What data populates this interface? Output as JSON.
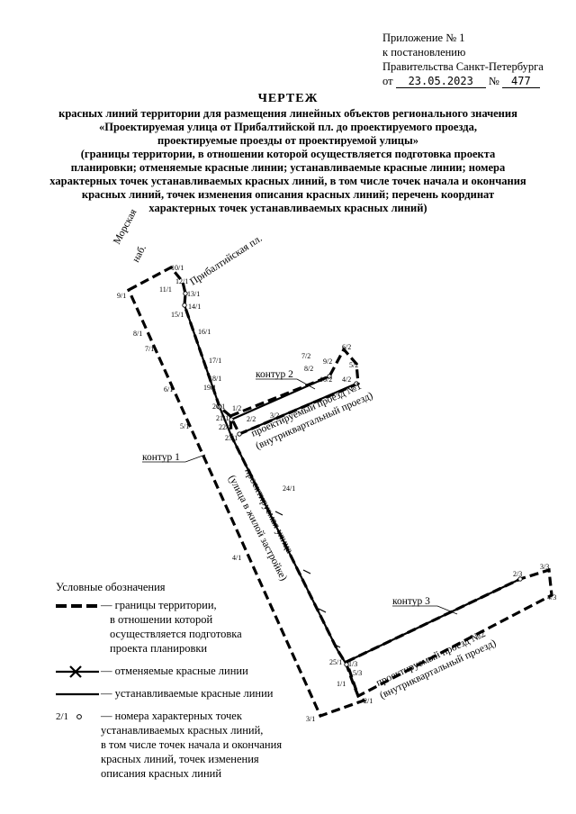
{
  "appendix": {
    "line1": "Приложение № 1",
    "line2": "к постановлению",
    "line3": "Правительства Санкт-Петербурга",
    "date_prefix": "от",
    "date": "23.05.2023",
    "number_prefix": "№",
    "number": "477"
  },
  "heading": {
    "title": "ЧЕРТЕЖ",
    "lines": [
      "красных линий территории для размещения  линейных объектов регионального значения",
      "«Проектируемая улица от Прибалтийской пл.  до проектируемого проезда,",
      "проектируемые проезды от проектируемой улицы»",
      "(границы территории, в отношении которой осуществляется подготовка проекта",
      "планировки; отменяемые красные линии; устанавливаемые красные линии; номера",
      "характерных точек устанавливаемых красных линий, в том числе точек начала и окончания",
      "красных линий, точек изменения описания красных линий; перечень координат",
      "характерных точек устанавливаемых красных линий)"
    ]
  },
  "map": {
    "street_labels": {
      "morskaya_1": "Морская",
      "morskaya_2": "наб.",
      "pribaltiyskaya": "Прибалтийская пл.",
      "street_1": "проектируемая улица",
      "street_2": "(улица в жилой застройке)",
      "passage1_1": "проектируемый проезд №1",
      "passage1_2": "(внутриквартальный проезд)",
      "passage2_1": "проектируемый проезд №2",
      "passage2_2": "(внутриквартальный проезд)"
    },
    "contours": {
      "c1": "контур 1",
      "c2": "контур 2",
      "c3": "контур 3"
    },
    "point_labels": {
      "p10_1": "10/1",
      "p12_1": "12/1",
      "p11_1": "11/1",
      "p13_1": "13/1",
      "p9_1": "9/1",
      "p14_1": "14/1",
      "p15_1": "15/1",
      "p16_1": "16/1",
      "p8_1": "8/1",
      "p7_1": "7/1",
      "p17_1": "17/1",
      "p18_1": "18/1",
      "p19_1": "19/1",
      "p6_1": "6/1",
      "p20_1": "20/1",
      "p1_2": "1/2",
      "p21_1": "21/1",
      "p22_1": "22/1",
      "p2_2": "2/2",
      "p3_2": "3/2",
      "p23_1": "23/1",
      "p5_1": "5/1",
      "p24_1": "24/1",
      "p4_1": "4/1",
      "p6_2": "6/2",
      "p7_2": "7/2",
      "p9_2": "9/2",
      "p8_2": "8/2",
      "p5_2": "5/2",
      "p10_2": "10/2",
      "p4_2": "4/2",
      "p2_3": "2/3",
      "p3_3": "3/3",
      "p4_3": "4/3",
      "p25_1": "25/1",
      "p1_3": "1/3",
      "p5_3": "5/3",
      "p1_1": "1/1",
      "p2_1": "2/1",
      "p3_1": "3/1"
    }
  },
  "legend": {
    "title": "Условные обозначения",
    "boundary_lines": [
      "— границы территории,",
      "в отношении которой",
      "осуществляется подготовка",
      "проекта планировки"
    ],
    "cancelled": "— отменяемые красные линии",
    "established": "— устанавливаемые красные линии",
    "points_symbol": "2/1",
    "points_lines": [
      "— номера характерных точек",
      "устанавливаемых  красных линий,",
      "в том числе точек начала и окончания",
      "красных линий, точек изменения",
      "описания красных линий"
    ]
  },
  "colors": {
    "ink": "#000000",
    "background": "#ffffff"
  }
}
